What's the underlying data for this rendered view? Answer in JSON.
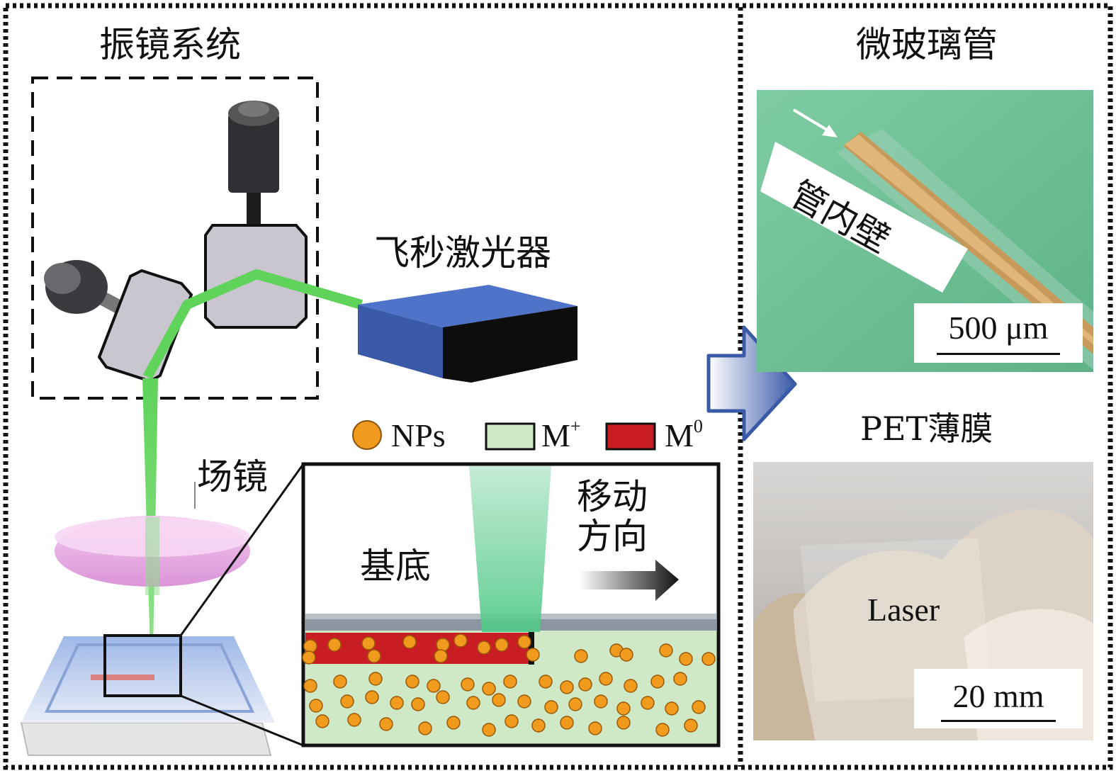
{
  "labels": {
    "galvo_system": "振镜系统",
    "femtosecond_laser": "飞秒激光器",
    "field_lens": "场镜",
    "substrate": "基底",
    "move_direction_line1": "移动",
    "move_direction_line2": "方向",
    "micro_glass_tube": "微玻璃管",
    "tube_inner_wall": "管内壁",
    "pet_film": "PET薄膜",
    "laser": "Laser"
  },
  "legend": {
    "nps": "NPs",
    "m_plus_base": "M",
    "m_plus_sup": "+",
    "m_zero_base": "M",
    "m_zero_sup": "0"
  },
  "scalebars": {
    "tube": "500 μm",
    "pet": "20 mm"
  },
  "colors": {
    "beam": "#5fd35a",
    "laser_box": "#3a5aa8",
    "mirror": "#c9c6d0",
    "lens": "#e6a8e6",
    "solution": "#cfe9c6",
    "metal": "#c81e23",
    "particle": "#f09a1e",
    "tube_photo_bg": "#6fbf97",
    "arrow": "#3a5aa8"
  }
}
